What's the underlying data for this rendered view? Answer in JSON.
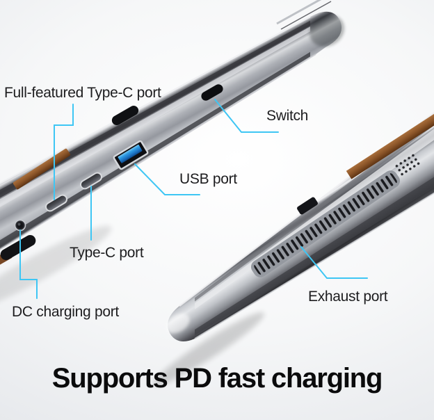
{
  "scene": {
    "headline": "Supports PD fast charging",
    "description": "Two closed-laptop side views photographed diagonally, with callout labels pointing at ports"
  },
  "callouts": [
    {
      "id": "full-featured-type-c-port",
      "label": "Full-featured Type-C port"
    },
    {
      "id": "switch",
      "label": "Switch"
    },
    {
      "id": "usb-port",
      "label": "USB port"
    },
    {
      "id": "type-c-port",
      "label": "Type-C port"
    },
    {
      "id": "dc-charging-port",
      "label": "DC charging port"
    },
    {
      "id": "exhaust-port",
      "label": "Exhaust port"
    }
  ],
  "colors": {
    "callout_line": "#3ec6f4",
    "label_text": "#1d1d1f",
    "headline_text": "#0b0b0c",
    "usb_port_blue": "#2196e0",
    "leather_accent": "#8a5428",
    "background": "#f3f4f6"
  }
}
